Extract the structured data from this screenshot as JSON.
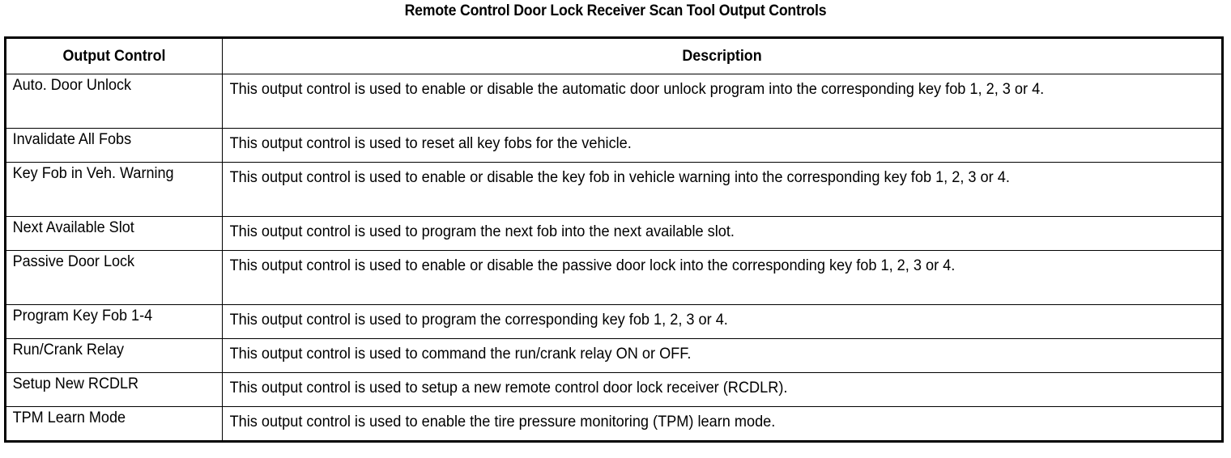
{
  "document": {
    "title": "Remote Control Door Lock Receiver Scan Tool Output Controls"
  },
  "table": {
    "headers": {
      "control": "Output Control",
      "description": "Description"
    },
    "rows": [
      {
        "control": "Auto. Door Unlock",
        "description": "This output control is used to enable or disable the automatic door unlock program into the corresponding key fob 1, 2, 3 or 4."
      },
      {
        "control": "Invalidate All Fobs",
        "description": "This output control is used to reset all key fobs for the vehicle."
      },
      {
        "control": "Key Fob in Veh. Warning",
        "description": "This output control is used to enable or disable the key fob in vehicle warning into the corresponding key fob 1, 2, 3 or 4."
      },
      {
        "control": "Next Available Slot",
        "description": "This output control is used to program the next fob into the next available slot."
      },
      {
        "control": "Passive Door Lock",
        "description": "This output control is used to enable or disable the passive door lock into the corresponding key fob 1, 2, 3 or 4."
      },
      {
        "control": "Program Key Fob 1-4",
        "description": "This output control is used to program the corresponding key fob 1, 2, 3 or 4."
      },
      {
        "control": "Run/Crank Relay",
        "description": "This output control is used to command the run/crank relay ON or OFF."
      },
      {
        "control": "Setup New RCDLR",
        "description": "This output control is used to setup a new remote control door lock receiver (RCDLR)."
      },
      {
        "control": "TPM Learn Mode",
        "description": "This output control is used to enable the tire pressure monitoring (TPM) learn mode."
      }
    ]
  },
  "style": {
    "text_color": "#000000",
    "border_color": "#000000",
    "background_color": "#ffffff"
  }
}
